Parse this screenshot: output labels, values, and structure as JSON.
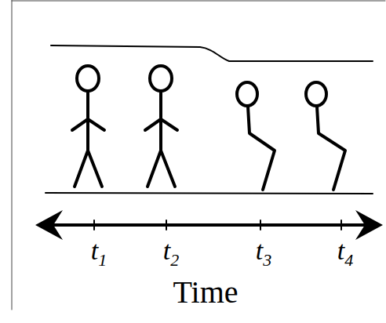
{
  "diagram": {
    "labels": [
      "t1",
      "t2",
      "t3",
      "t4",
      "Time"
    ]
  }
}
